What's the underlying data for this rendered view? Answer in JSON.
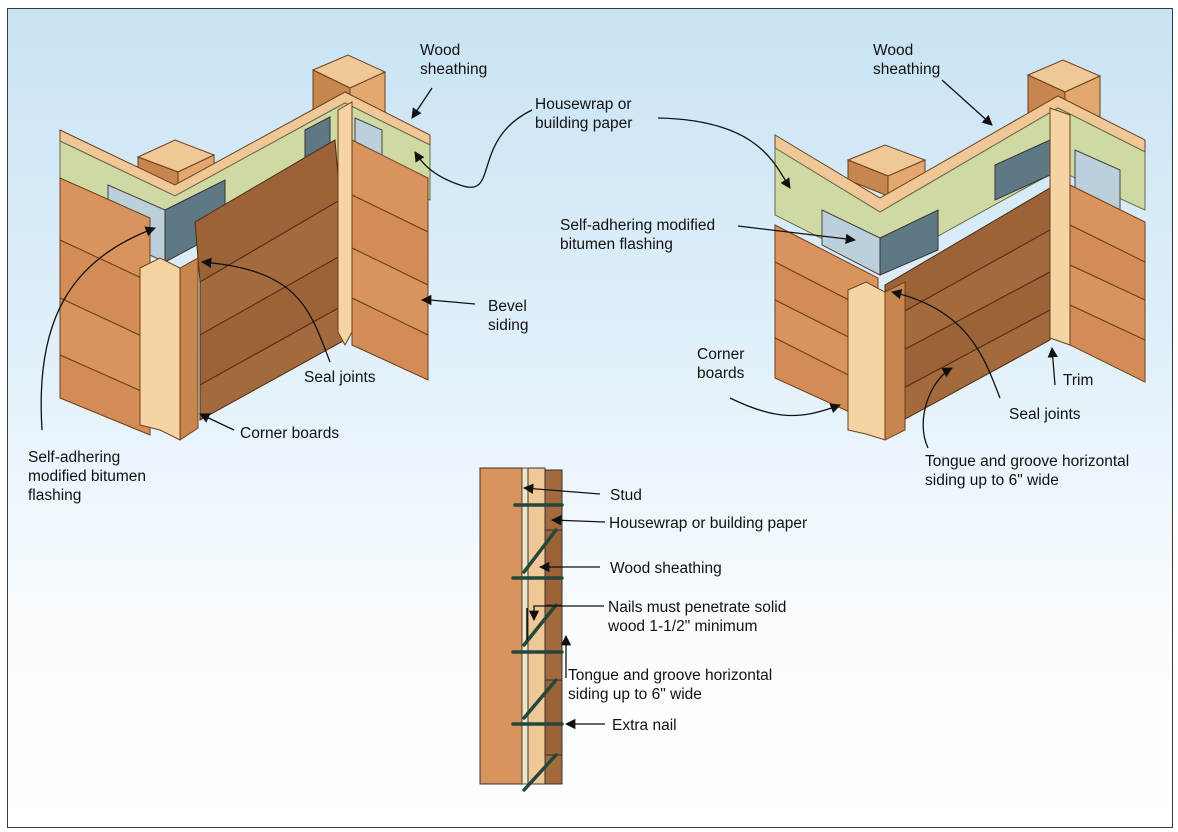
{
  "colors": {
    "background_top": "#c8e3f4",
    "background_bottom": "#ffffff",
    "siding_light": "#d9935d",
    "siding_dark": "#9c6338",
    "trim_board": "#f6d3a2",
    "housewrap": "#cfd9a3",
    "flashing": "#5f7886",
    "sheathing": "#f0c898",
    "nail": "#23473a"
  },
  "left_diagram": {
    "wood_sheathing": "Wood\nsheathing",
    "bevel_siding": "Bevel\nsiding",
    "seal_joints": "Seal joints",
    "corner_boards": "Corner boards",
    "flashing": "Self-adhering\nmodified bitumen\nflashing"
  },
  "shared": {
    "housewrap": "Housewrap or\nbuilding paper",
    "flashing": "Self-adhering modified\nbitumen flashing"
  },
  "right_diagram": {
    "wood_sheathing": "Wood\nsheathing",
    "corner_boards": "Corner\nboards",
    "trim": "Trim",
    "seal_joints": "Seal joints",
    "tongue_groove": "Tongue and groove horizontal\nsiding up to 6\" wide"
  },
  "section_detail": {
    "stud": "Stud",
    "housewrap": "Housewrap or building paper",
    "wood_sheathing": "Wood sheathing",
    "nails": "Nails must penetrate solid\nwood 1-1/2\" minimum",
    "tongue_groove": "Tongue and groove horizontal\nsiding up to 6\" wide",
    "extra_nail": "Extra nail"
  }
}
